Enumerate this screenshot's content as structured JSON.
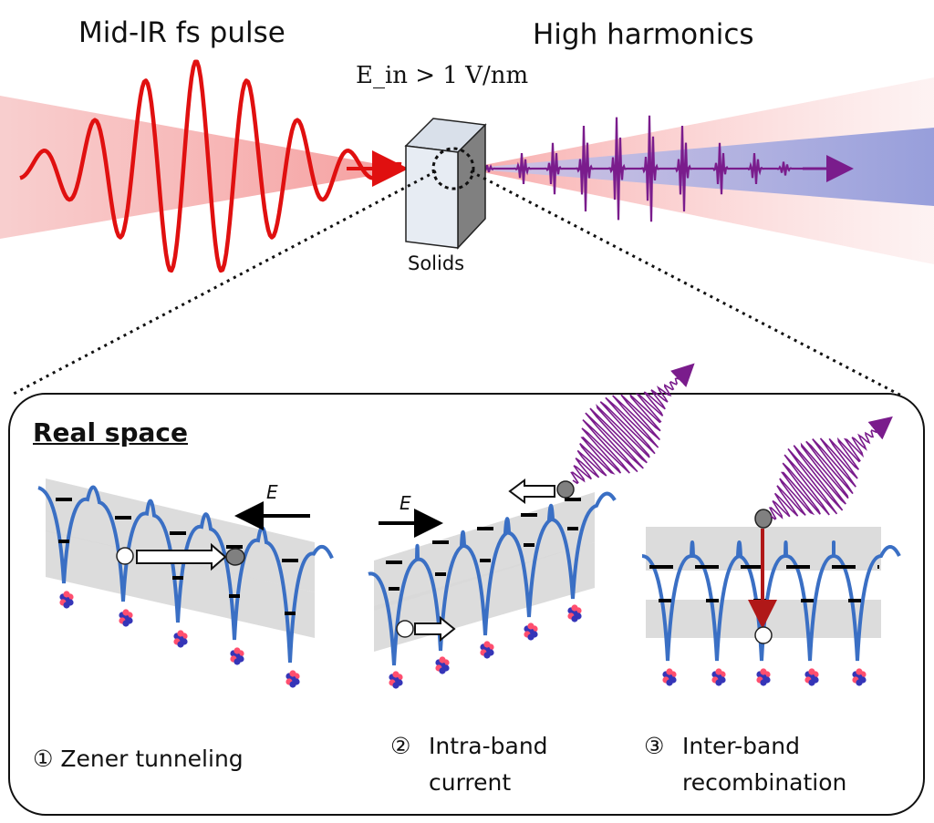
{
  "header": {
    "left_title": "Mid-IR fs pulse",
    "right_title": "High harmonics",
    "field_condition": "E_in > 1 V/nm",
    "sample_label": "Solids"
  },
  "panel": {
    "title": "Real space",
    "field_symbol": "E",
    "steps": [
      {
        "marker": "①",
        "lines": [
          "Zener tunneling"
        ]
      },
      {
        "marker": "②",
        "lines": [
          "Intra-band",
          "current"
        ]
      },
      {
        "marker": "③",
        "lines": [
          "Inter-band",
          "recombination"
        ]
      }
    ]
  },
  "colors": {
    "pulse_red": "#e01010",
    "harmonic_purple": "#7a1c8c",
    "potential_blue": "#3a6fc4",
    "band_gray": "#d9d9d9",
    "recombination_arrow": "#b01818"
  }
}
